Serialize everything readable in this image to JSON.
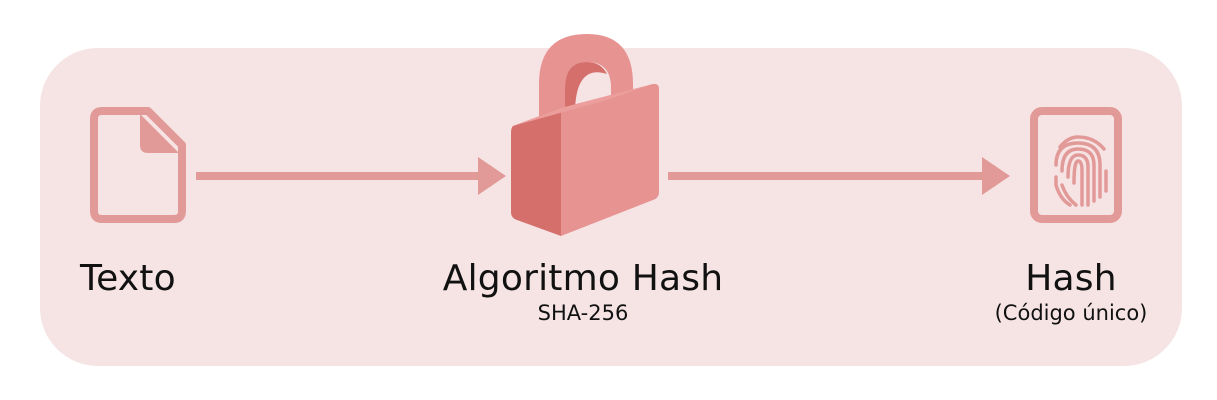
{
  "nodes": {
    "input": {
      "label": "Texto",
      "icon": "document-icon"
    },
    "algorithm": {
      "label": "Algoritmo Hash",
      "sublabel": "SHA-256",
      "icon": "padlock-icon"
    },
    "output": {
      "label": "Hash",
      "sublabel": "(Código único)",
      "icon": "fingerprint-icon"
    }
  },
  "colors": {
    "panel": "#f6e4e4",
    "accent": "#e29a98",
    "lock_dark": "#d46f6c",
    "lock_light": "#e69392",
    "text": "#111111"
  }
}
